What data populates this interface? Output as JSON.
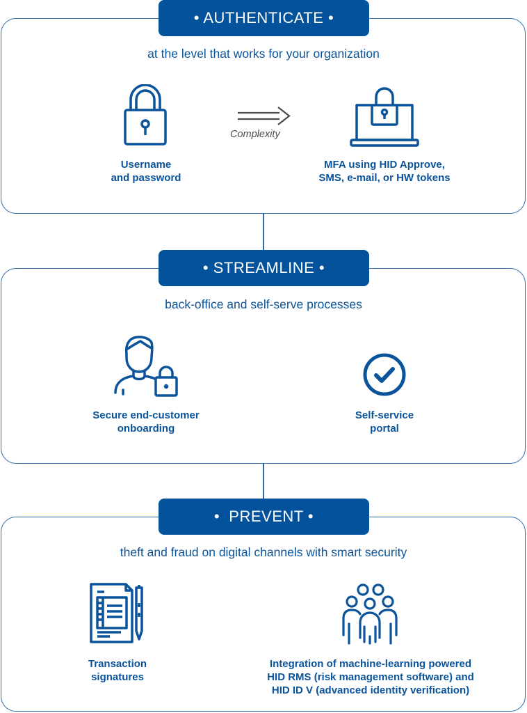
{
  "colors": {
    "primary": "#03529b",
    "text": "#0b539a",
    "border": "#2f6aa8",
    "arrow": "#4a4a4a"
  },
  "sections": [
    {
      "title": "• AUTHENTICATE •",
      "subtitle": "at the level that works for your organization",
      "items": [
        {
          "icon": "padlock-icon",
          "lines": [
            "Username",
            "and password"
          ]
        },
        {
          "icon": "laptop-lock-icon",
          "lines": [
            "MFA using HID Approve,",
            "SMS, e-mail, or HW tokens"
          ]
        }
      ],
      "arrow": {
        "icon": "double-arrow-right-icon",
        "label": "Complexity"
      }
    },
    {
      "title": "• STREAMLINE •",
      "subtitle": "back-office and self-serve processes",
      "items": [
        {
          "icon": "user-lock-icon",
          "lines": [
            "Secure end-customer",
            "onboarding"
          ]
        },
        {
          "icon": "check-circle-icon",
          "lines": [
            "Self-service",
            "portal"
          ]
        }
      ]
    },
    {
      "title": "•  PREVENT •",
      "subtitle": "theft and fraud on digital channels with smart security",
      "items": [
        {
          "icon": "document-pen-icon",
          "lines": [
            "Transaction",
            "signatures"
          ]
        },
        {
          "icon": "group-people-icon",
          "lines": [
            "Integration of machine-learning powered",
            "HID RMS (risk management software) and",
            "HID ID V (advanced identity verification)"
          ]
        }
      ]
    }
  ]
}
